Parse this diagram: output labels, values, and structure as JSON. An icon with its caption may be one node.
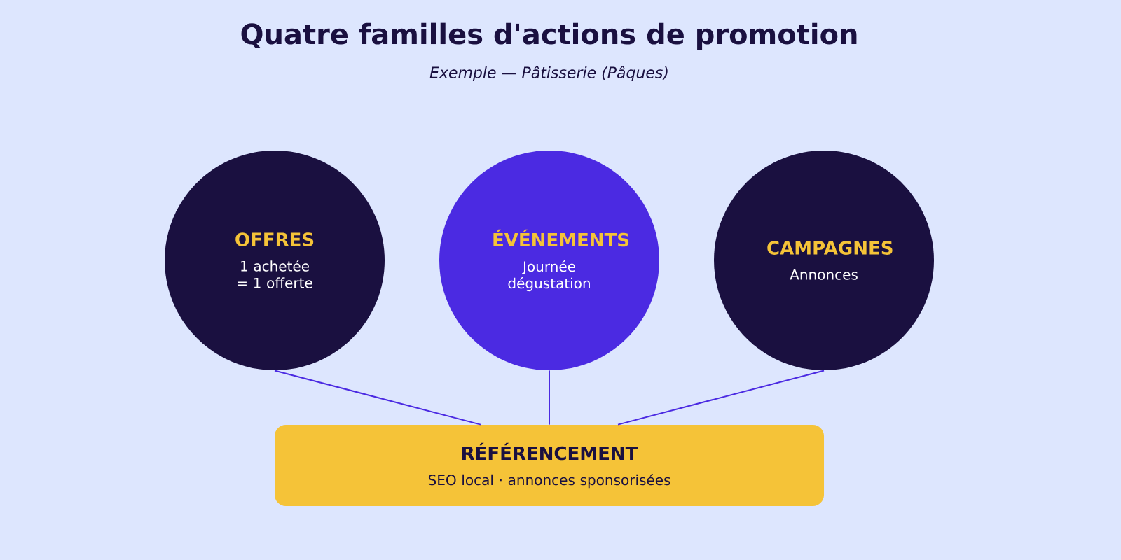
{
  "diagram": {
    "title": "Quatre familles d'actions de promotion",
    "caption": "Exemple — Pâtisserie (Pâques)",
    "nodes": [
      {
        "text": [
          "OFFRES",
          "1 achetée = 1 offerte"
        ]
      },
      {
        "text": [
          "ÉVÉNEMENTS",
          "Journée dégustation"
        ]
      },
      {
        "text": [
          "CAMPAGNES",
          "Annonces"
        ]
      },
      {
        "text": [
          "RÉFÉRENCEMENT",
          "SEO local · annonces sponsorisées"
        ]
      }
    ],
    "edges": [
      {
        "from": 0,
        "to": 3,
        "arrow": "none"
      },
      {
        "from": 1,
        "to": 3,
        "arrow": "none"
      },
      {
        "from": 2,
        "to": 3,
        "arrow": "none"
      }
    ]
  }
}
